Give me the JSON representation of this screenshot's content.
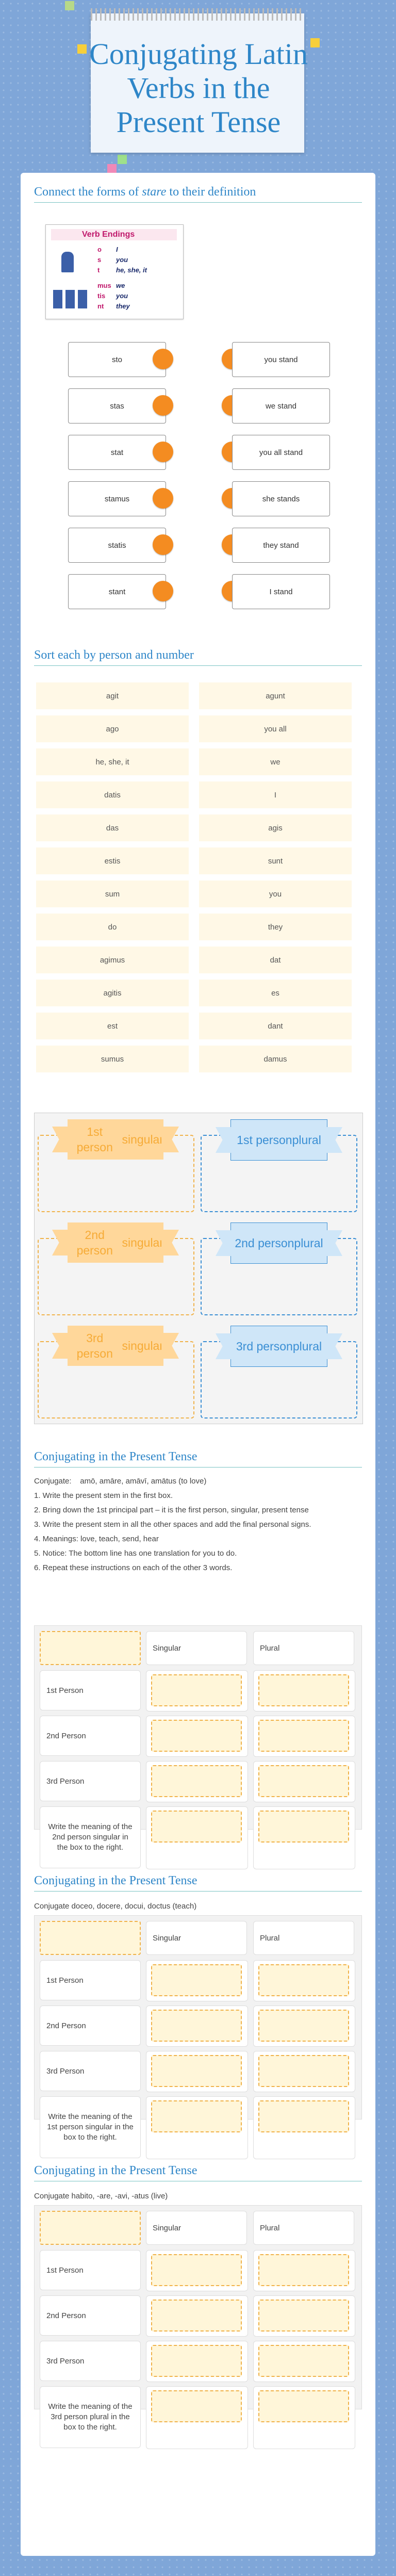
{
  "title": {
    "line1": "Conjugating Latin",
    "line2": "Verbs in the",
    "line3": "Present Tense"
  },
  "colors": {
    "accent": "#2e86c8",
    "orange": "#f48c21",
    "background": "#7fa6d8"
  },
  "section1": {
    "title_prefix": "Connect the forms of ",
    "title_word": "stare",
    "title_suffix": " to their definition",
    "image": {
      "caption": "Verb Endings",
      "rows": [
        {
          "ending": "o",
          "meaning": "I"
        },
        {
          "ending": "s",
          "meaning": "you"
        },
        {
          "ending": "t",
          "meaning": "he, she, it"
        },
        {
          "ending": "mus",
          "meaning": "we"
        },
        {
          "ending": "tis",
          "meaning": "you"
        },
        {
          "ending": "nt",
          "meaning": "they"
        }
      ]
    },
    "left": [
      "sto",
      "stas",
      "stat",
      "stamus",
      "statis",
      "stant"
    ],
    "right": [
      "you stand",
      "we stand",
      "you all stand",
      "she stands",
      "they stand",
      "I stand"
    ]
  },
  "section2": {
    "title": "Sort each by person and number",
    "items": [
      [
        "agit",
        "agunt"
      ],
      [
        "ago",
        "you all"
      ],
      [
        "he, she, it",
        "we"
      ],
      [
        "datis",
        "I"
      ],
      [
        "das",
        "agis"
      ],
      [
        "estis",
        "sunt"
      ],
      [
        "sum",
        "you"
      ],
      [
        "do",
        "they"
      ],
      [
        "agimus",
        "dat"
      ],
      [
        "agitis",
        "es"
      ],
      [
        "est",
        "dant"
      ],
      [
        "sumus",
        "damus"
      ]
    ],
    "buckets": [
      {
        "line1": "1st person",
        "line2": "singular"
      },
      {
        "line1": "1st person",
        "line2": "plural"
      },
      {
        "line1": "2nd person",
        "line2": "singular"
      },
      {
        "line1": "2nd person",
        "line2": "plural"
      },
      {
        "line1": "3rd person",
        "line2": "singular"
      },
      {
        "line1": "3rd person",
        "line2": "plural"
      }
    ]
  },
  "section3": {
    "title": "Conjugating in the Present Tense",
    "intro_label": "Conjugate:",
    "intro_words": "amō, amāre, amāvī, amātus  (to love)",
    "steps": [
      "1. Write the present stem in the first box.",
      "2. Bring down the 1st principal part – it is the first person, singular, present tense",
      "3. Write the present stem in all the other spaces and add the final personal signs.",
      "4. Meanings: love, teach, send, hear",
      "5. Notice: The bottom line has one translation for you to do.",
      "6. Repeat these instructions on each of the other 3 words."
    ],
    "headers": [
      "Singular",
      "Plural"
    ],
    "rows": [
      "1st Person",
      "2nd Person",
      "3rd Person"
    ],
    "meaning": "Write the meaning of the 2nd person singular in the box to the right."
  },
  "section4": {
    "title": "Conjugating in the Present Tense",
    "intro": "Conjugate doceo, docere, docui, doctus (teach)",
    "headers": [
      "Singular",
      "Plural"
    ],
    "rows": [
      "1st Person",
      "2nd Person",
      "3rd Person"
    ],
    "meaning": "Write the meaning of the 1st person singular in the box to the right."
  },
  "section5": {
    "title": "Conjugating in the Present Tense",
    "intro": "Conjugate habito, -are, -avi, -atus (live)",
    "headers": [
      "Singular",
      "Plural"
    ],
    "rows": [
      "1st Person",
      "2nd Person",
      "3rd Person"
    ],
    "meaning": "Write the meaning of the 3rd person plural in the box to the right."
  }
}
